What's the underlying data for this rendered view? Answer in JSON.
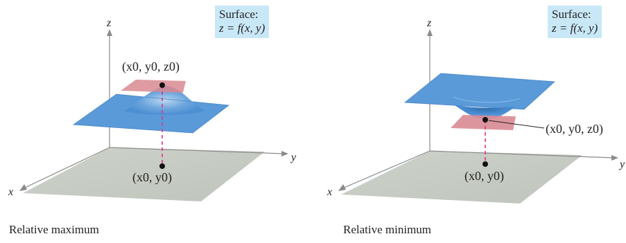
{
  "figures": [
    {
      "caption": "Relative maximum",
      "surface_label": {
        "line1": "Surface:",
        "line2": "z = f(x, y)"
      },
      "axes": {
        "x": "x",
        "y": "y",
        "z": "z"
      },
      "point_3d": "(x0, y0, z0)",
      "point_2d": "(x0, y0)",
      "kind": "maximum"
    },
    {
      "caption": "Relative minimum",
      "surface_label": {
        "line1": "Surface:",
        "line2": "z = f(x, y)"
      },
      "axes": {
        "x": "x",
        "y": "y",
        "z": "z"
      },
      "point_3d": "(x0, y0, z0)",
      "point_2d": "(x0, y0)",
      "kind": "minimum"
    }
  ],
  "colors": {
    "plane": "#c6cbc3",
    "surface": "#5a9ad8",
    "tangent_plane": "#d98a92",
    "dashed_line": "#e0338a",
    "label_box": "#c9e8f7",
    "axis": "#8a8a8a"
  }
}
